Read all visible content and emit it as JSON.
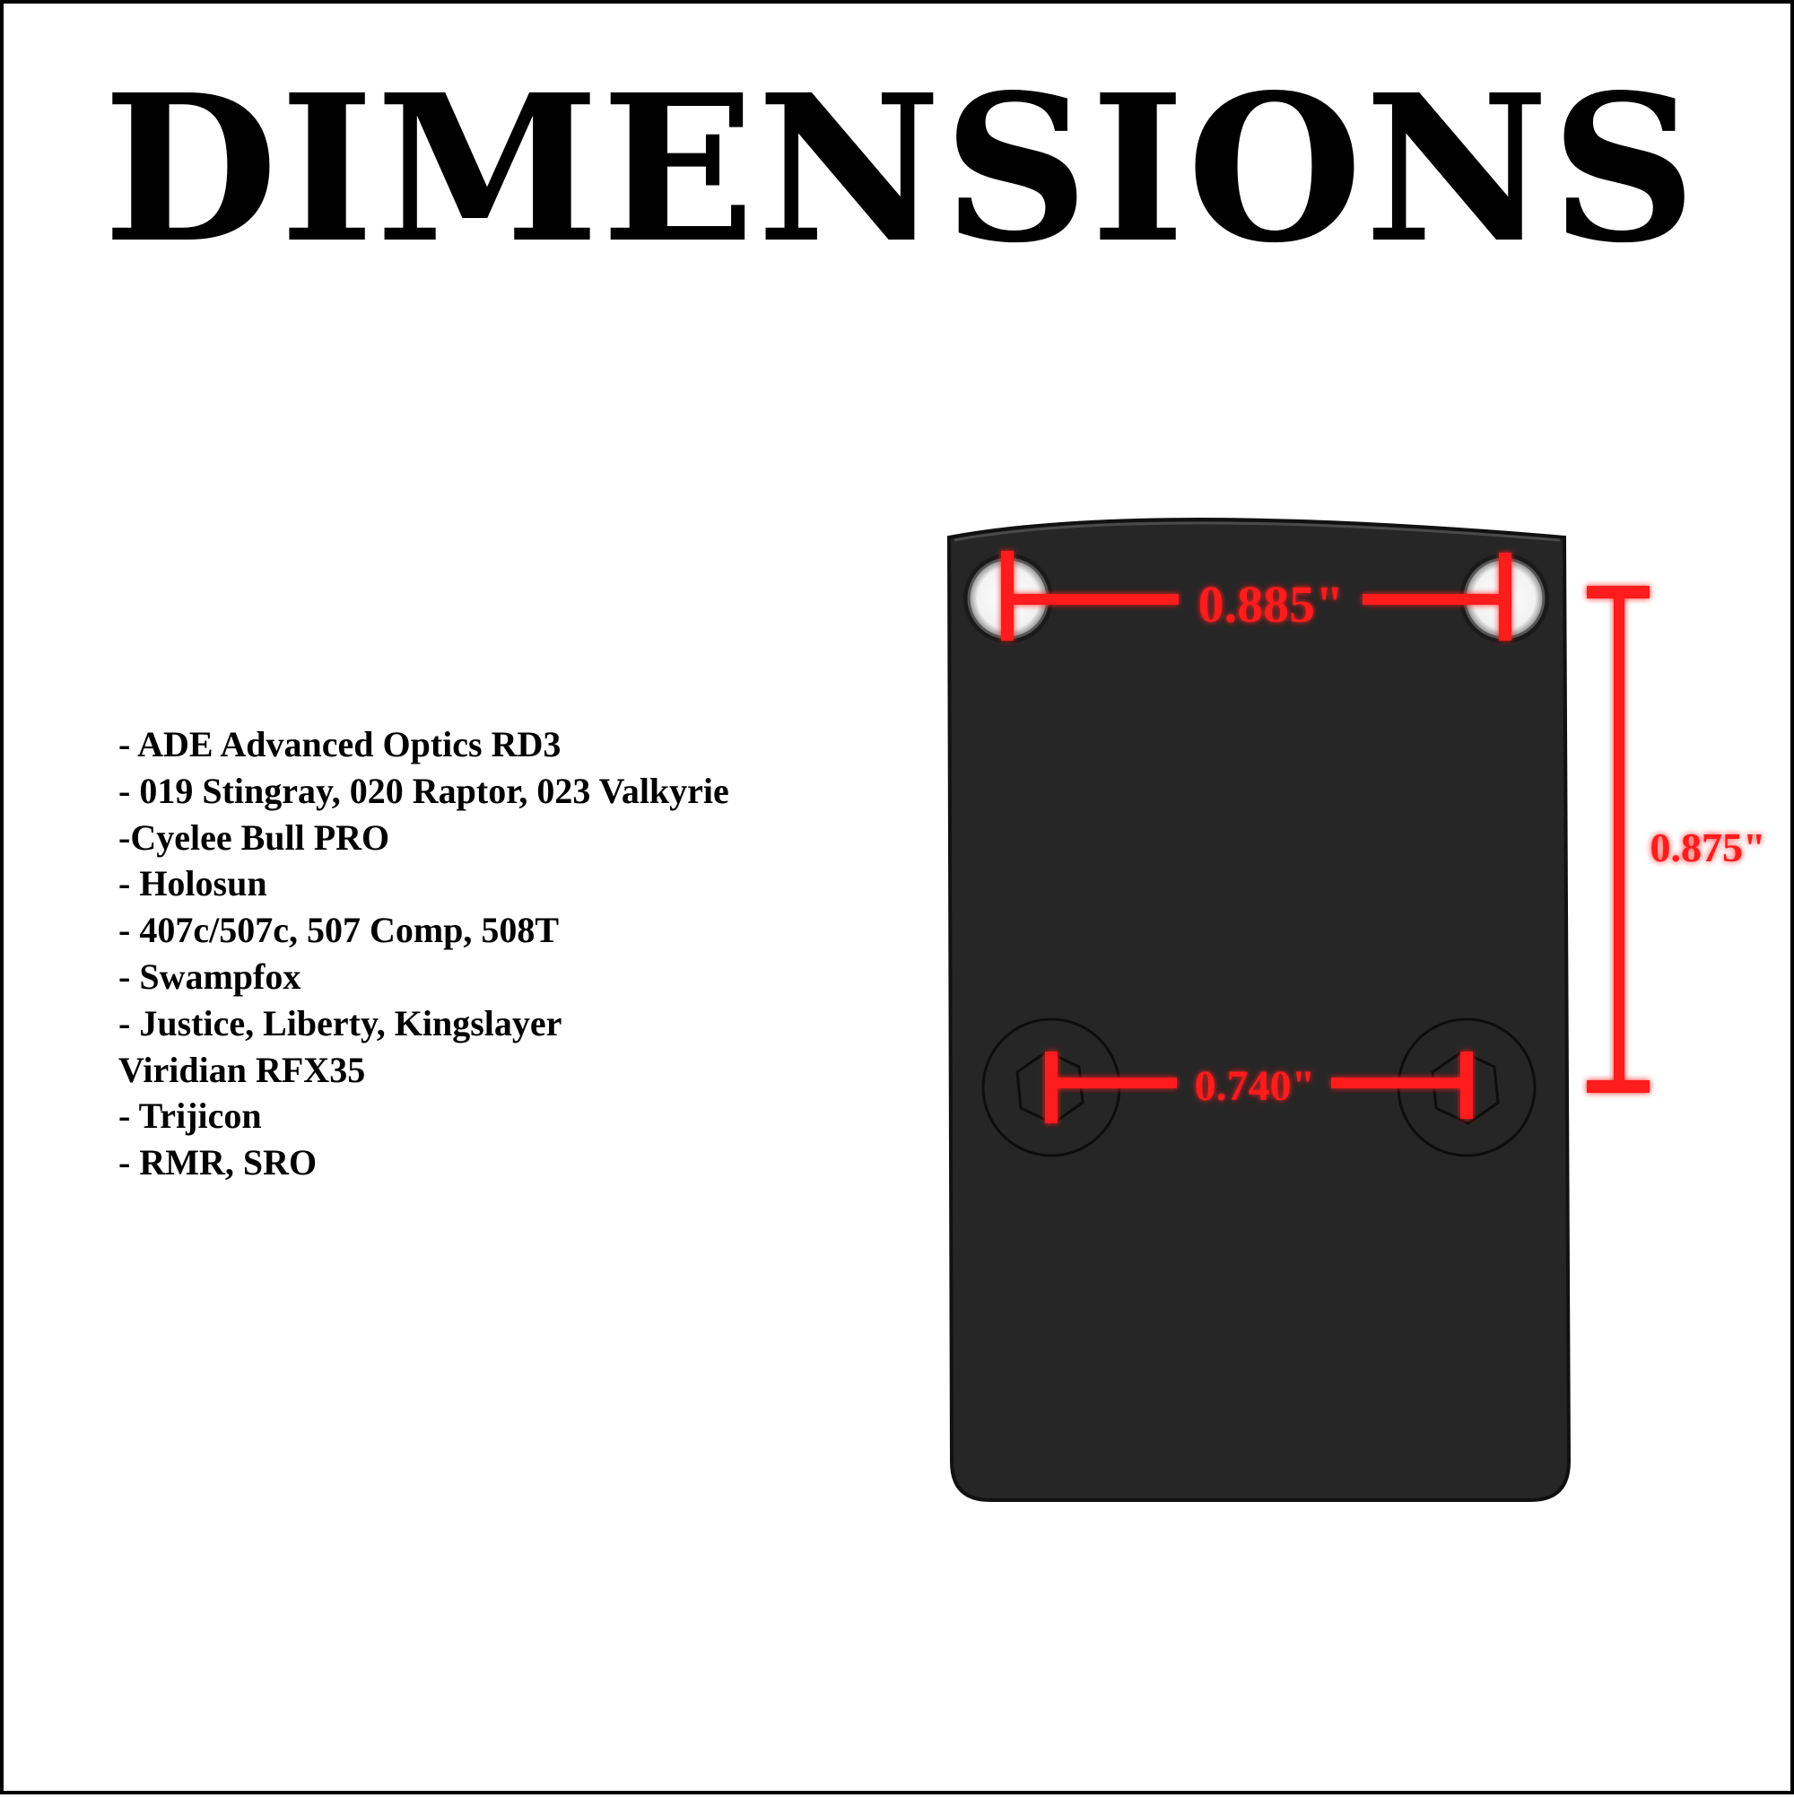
{
  "title": "DIMENSIONS",
  "compatibility": [
    "- ADE Advanced Optics RD3",
    "- 019 Stingray, 020 Raptor, 023 Valkyrie",
    "-Cyelee Bull PRO",
    "- Holosun",
    "- 407c/507c, 507 Comp, 508T",
    "- Swampfox",
    "- Justice, Liberty, Kingslayer",
    "Viridian RFX35",
    "- Trijicon",
    "- RMR, SRO"
  ],
  "dimensions": {
    "top_hole_spacing": "0.885\"",
    "vertical_spacing": "0.875\"",
    "bottom_hole_spacing": "0.740\""
  },
  "colors": {
    "plate": "#262626",
    "measure": "#ff1a1a",
    "border": "#000000"
  },
  "icons": {
    "through_hole": "circle-hole-icon",
    "screw": "hex-screw-icon"
  }
}
